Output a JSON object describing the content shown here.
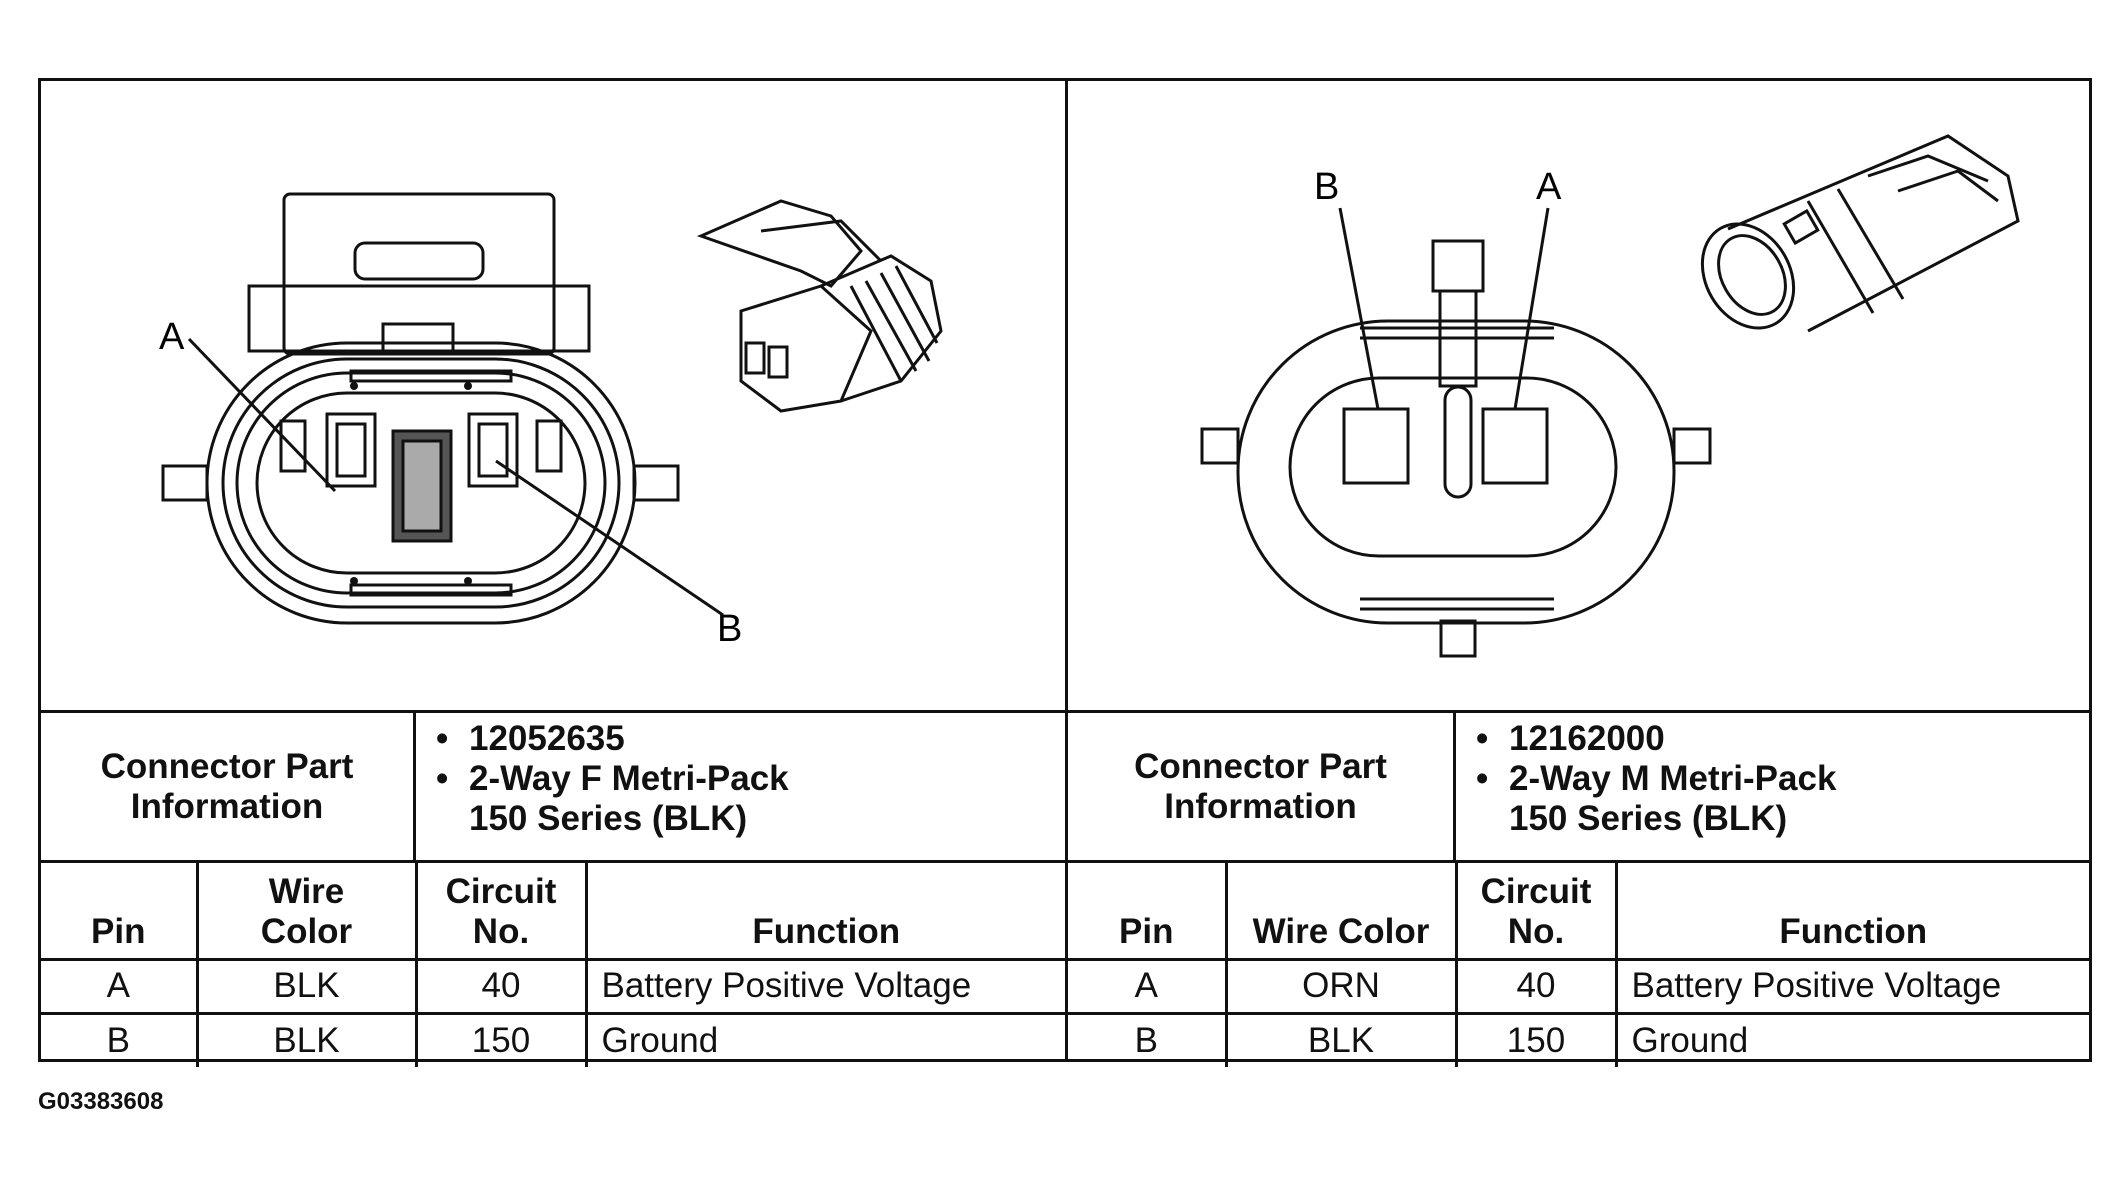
{
  "left": {
    "callouts": {
      "a": "A",
      "b": "B"
    },
    "info_label": [
      "Connector Part",
      "Information"
    ],
    "part_number": "12052635",
    "description": [
      "2-Way F Metri-Pack",
      "150 Series (BLK)"
    ],
    "headers": {
      "pin": "Pin",
      "wire": [
        "Wire",
        "Color"
      ],
      "circuit": [
        "Circuit",
        "No."
      ],
      "function": "Function"
    },
    "rows": [
      {
        "pin": "A",
        "wire": "BLK",
        "circuit": "40",
        "function": "Battery Positive Voltage"
      },
      {
        "pin": "B",
        "wire": "BLK",
        "circuit": "150",
        "function": "Ground"
      }
    ]
  },
  "right": {
    "callouts": {
      "a": "A",
      "b": "B"
    },
    "info_label": [
      "Connector Part",
      "Information"
    ],
    "part_number": "12162000",
    "description": [
      "2-Way M Metri-Pack",
      "150 Series (BLK)"
    ],
    "headers": {
      "pin": "Pin",
      "wire": "Wire Color",
      "circuit": [
        "Circuit",
        "No."
      ],
      "function": "Function"
    },
    "rows": [
      {
        "pin": "A",
        "wire": "ORN",
        "circuit": "40",
        "function": "Battery Positive Voltage"
      },
      {
        "pin": "B",
        "wire": "BLK",
        "circuit": "150",
        "function": "Ground"
      }
    ]
  },
  "figure_code": "G03383608"
}
